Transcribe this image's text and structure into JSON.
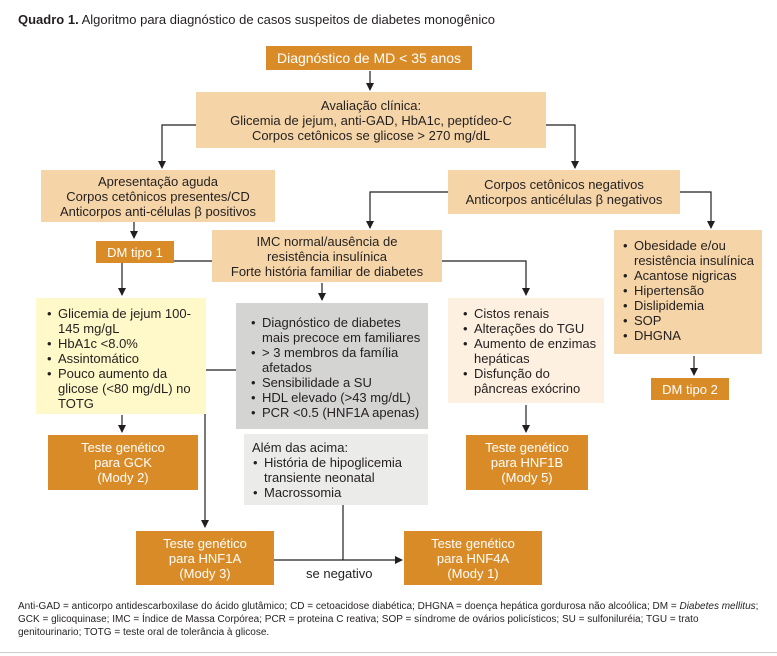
{
  "title": {
    "bold": "Quadro 1.",
    "text": " Algoritmo para diagnóstico de casos suspeitos de diabetes monogênico"
  },
  "nodes": {
    "start": "Diagnóstico de MD < 35 anos",
    "clinical": [
      "Avaliação clínica:",
      "Glicemia de jejum, anti-GAD, HbA1c, peptídeo-C",
      "Corpos cetônicos se glicose > 270 mg/dL"
    ],
    "acute": [
      "Apresentação aguda",
      "Corpos cetônicos presentes/CD",
      "Anticorpos anti-células β positivos"
    ],
    "dm1": "DM tipo 1",
    "ketone_neg": [
      "Corpos cetônicos negativos",
      "Anticorpos anticélulas β negativos"
    ],
    "imc": [
      "IMC normal/ausência de",
      "resistência insulínica",
      "Forte história familiar de diabetes"
    ],
    "obesity": [
      "Obesidade e/ou resistência insulínica",
      "Acantose nigricas",
      "Hipertensão",
      "Dislipidemia",
      "SOP",
      "DHGNA"
    ],
    "dm2": "DM tipo 2",
    "gck_criteria": [
      "Glicemia de jejum 100-145 mg/gL",
      "HbA1c <8.0%",
      "Assintomático",
      "Pouco aumento da glicose (<80 mg/dL) no TOTG"
    ],
    "hnf1a_criteria": [
      "Diagnóstico de diabetes mais precoce em familiares",
      "> 3 membros da família afetados",
      "Sensibilidade a SU",
      "HDL elevado (>43 mg/dL)",
      "PCR <0.5 (HNF1A apenas)"
    ],
    "hnf4a_extra_title": "Além das acima:",
    "hnf4a_extra": [
      "História de hipoglicemia transiente neonatal",
      "Macrossomia"
    ],
    "hnf1b_criteria": [
      "Cistos renais",
      "Alterações do TGU",
      "Aumento de enzimas hepáticas",
      "Disfunção do pâncreas exócrino"
    ],
    "test_gck": [
      "Teste genético",
      "para GCK",
      "(Mody 2)"
    ],
    "test_hnf1b": [
      "Teste genético",
      "para HNF1B",
      "(Mody 5)"
    ],
    "test_hnf1a": [
      "Teste genético",
      "para HNF1A",
      "(Mody 3)"
    ],
    "test_hnf4a": [
      "Teste genético",
      "para HNF4A",
      "(Mody 1)"
    ],
    "se_negativo": "se negativo"
  },
  "footnote": {
    "part1": "Anti-GAD = anticorpo antidescarboxilase do ácido glutâmico; CD = cetoacidose diabética; DHGNA = doença hepática gordurosa não alcoólica; DM = ",
    "italic": "Diabetes mellitus",
    "part2": "; GCK = glicoquinase; IMC = Índice de Massa Corpórea; PCR = proteina C reativa; SOP = síndrome de ovários policísticos; SU = sulfoniluréia; TGU = trato genitourinario; TOTG = teste oral de tolerância à glicose."
  },
  "colors": {
    "orange": "#d98b27",
    "beige": "#f5d5a8",
    "gray": "#d4d4d3",
    "lightgray": "#ebebea",
    "yellow": "#fff8c8",
    "pale": "#fdf0e0",
    "line": "#231f20"
  }
}
